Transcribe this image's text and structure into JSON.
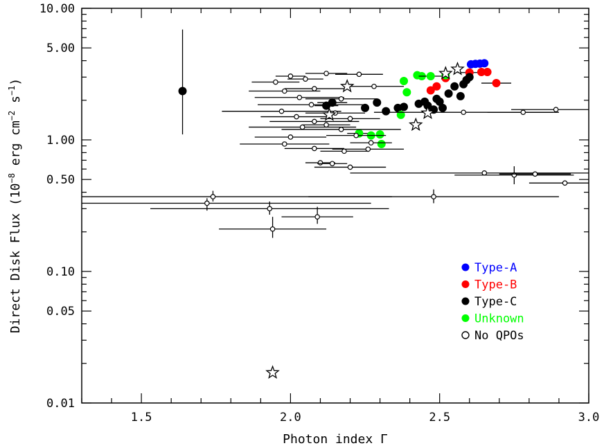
{
  "chart_data": {
    "type": "scatter",
    "xlabel": "Photon index Γ",
    "ylabel_main": "Direct Disk Flux (10",
    "ylabel_exp1": "−8",
    "ylabel_mid": " erg cm",
    "ylabel_exp2": "−2",
    "ylabel_mid2": " s",
    "ylabel_exp3": "−1",
    "ylabel_end": ")",
    "xlim": [
      1.3,
      3.0
    ],
    "ylim": [
      0.01,
      10.0
    ],
    "yscale": "log",
    "x_ticks": [
      {
        "value": 1.5,
        "label": "1.5"
      },
      {
        "value": 2.0,
        "label": "2.0"
      },
      {
        "value": 2.5,
        "label": "2.5"
      },
      {
        "value": 3.0,
        "label": "3.0"
      }
    ],
    "y_ticks": [
      {
        "value": 0.01,
        "label": "0.01"
      },
      {
        "value": 0.05,
        "label": "0.05"
      },
      {
        "value": 0.1,
        "label": "0.10"
      },
      {
        "value": 0.5,
        "label": "0.50"
      },
      {
        "value": 1.0,
        "label": "1.00"
      },
      {
        "value": 5.0,
        "label": "5.00"
      },
      {
        "value": 10.0,
        "label": "10.00"
      }
    ],
    "legend_position": "bottom-right",
    "colors": {
      "type_a": "#0000ff",
      "type_b": "#ff0000",
      "type_c": "#000000",
      "unknown": "#00ff00",
      "no_qpo": "#000000"
    },
    "series": [
      {
        "name": "Type-A",
        "color": "#0000ff",
        "filled": true,
        "points": [
          {
            "x": 2.605,
            "y": 3.75
          },
          {
            "x": 2.62,
            "y": 3.78
          },
          {
            "x": 2.635,
            "y": 3.8
          },
          {
            "x": 2.65,
            "y": 3.82
          }
        ]
      },
      {
        "name": "Type-B",
        "color": "#ff0000",
        "filled": true,
        "points": [
          {
            "x": 2.6,
            "y": 3.25,
            "xerr": 0.04
          },
          {
            "x": 2.64,
            "y": 3.28
          },
          {
            "x": 2.66,
            "y": 3.28
          },
          {
            "x": 2.69,
            "y": 2.7,
            "xerr": 0.05
          },
          {
            "x": 2.52,
            "y": 2.95
          },
          {
            "x": 2.49,
            "y": 2.55
          },
          {
            "x": 2.47,
            "y": 2.38
          }
        ]
      },
      {
        "name": "Type-C",
        "color": "#000000",
        "filled": true,
        "points": [
          {
            "x": 1.638,
            "y": 2.35,
            "ylo": 1.1,
            "yhi": 6.9
          },
          {
            "x": 2.14,
            "y": 1.92,
            "xerr": 0.05
          },
          {
            "x": 2.12,
            "y": 1.82,
            "xerr": 0.04
          },
          {
            "x": 2.25,
            "y": 1.75
          },
          {
            "x": 2.29,
            "y": 1.92
          },
          {
            "x": 2.32,
            "y": 1.65
          },
          {
            "x": 2.36,
            "y": 1.75
          },
          {
            "x": 2.38,
            "y": 1.78
          },
          {
            "x": 2.43,
            "y": 1.88
          },
          {
            "x": 2.45,
            "y": 1.95
          },
          {
            "x": 2.46,
            "y": 1.82
          },
          {
            "x": 2.48,
            "y": 1.7
          },
          {
            "x": 2.49,
            "y": 2.05
          },
          {
            "x": 2.5,
            "y": 1.95
          },
          {
            "x": 2.51,
            "y": 1.75
          },
          {
            "x": 2.53,
            "y": 2.25
          },
          {
            "x": 2.55,
            "y": 2.55
          },
          {
            "x": 2.57,
            "y": 2.15
          },
          {
            "x": 2.58,
            "y": 2.65
          },
          {
            "x": 2.59,
            "y": 2.85
          },
          {
            "x": 2.6,
            "y": 3.0
          }
        ]
      },
      {
        "name": "Unknown",
        "color": "#00ff00",
        "filled": true,
        "points": [
          {
            "x": 2.38,
            "y": 2.8
          },
          {
            "x": 2.425,
            "y": 3.1
          },
          {
            "x": 2.44,
            "y": 3.05
          },
          {
            "x": 2.47,
            "y": 3.05,
            "xerr": 0.04
          },
          {
            "x": 2.52,
            "y": 3.1
          },
          {
            "x": 2.39,
            "y": 2.3
          },
          {
            "x": 2.37,
            "y": 1.55
          },
          {
            "x": 2.23,
            "y": 1.12,
            "xerr": 0.04
          },
          {
            "x": 2.27,
            "y": 1.08
          },
          {
            "x": 2.3,
            "y": 1.1
          },
          {
            "x": 2.305,
            "y": 0.93
          }
        ]
      },
      {
        "name": "No QPOs",
        "color": "#000000",
        "filled": false,
        "points": [
          {
            "x": 2.0,
            "y": 3.05,
            "xerr": 0.05
          },
          {
            "x": 2.12,
            "y": 3.2,
            "xerr": 0.07
          },
          {
            "x": 1.95,
            "y": 2.75,
            "xerr": 0.08
          },
          {
            "x": 2.05,
            "y": 2.9,
            "xerr": 0.06
          },
          {
            "x": 2.23,
            "y": 3.15,
            "xerr": 0.08
          },
          {
            "x": 2.28,
            "y": 2.55,
            "xerr": 0.1
          },
          {
            "x": 2.08,
            "y": 2.45,
            "xerr": 0.1
          },
          {
            "x": 1.98,
            "y": 2.35,
            "xerr": 0.12
          },
          {
            "x": 2.03,
            "y": 2.1,
            "xerr": 0.15
          },
          {
            "x": 2.17,
            "y": 2.05,
            "xerr": 0.12
          },
          {
            "x": 2.07,
            "y": 1.85,
            "xerr": 0.18
          },
          {
            "x": 1.97,
            "y": 1.65,
            "xerr": 0.2
          },
          {
            "x": 2.15,
            "y": 1.6,
            "xerr": 0.1
          },
          {
            "x": 2.02,
            "y": 1.5,
            "xerr": 0.12
          },
          {
            "x": 2.2,
            "y": 1.45,
            "xerr": 0.1
          },
          {
            "x": 2.08,
            "y": 1.38,
            "xerr": 0.15
          },
          {
            "x": 2.12,
            "y": 1.3,
            "xerr": 0.08
          },
          {
            "x": 2.04,
            "y": 1.25,
            "xerr": 0.18
          },
          {
            "x": 2.17,
            "y": 1.2,
            "xerr": 0.2
          },
          {
            "x": 2.0,
            "y": 1.05,
            "xerr": 0.12
          },
          {
            "x": 2.22,
            "y": 1.08,
            "xerr": 0.1
          },
          {
            "x": 2.27,
            "y": 0.95,
            "xerr": 0.07
          },
          {
            "x": 2.26,
            "y": 0.85,
            "xerr": 0.12
          },
          {
            "x": 1.98,
            "y": 0.93,
            "xerr": 0.15
          },
          {
            "x": 2.08,
            "y": 0.86,
            "xerr": 0.1
          },
          {
            "x": 2.18,
            "y": 0.82,
            "xerr": 0.08
          },
          {
            "x": 2.1,
            "y": 0.67,
            "xerr": 0.05
          },
          {
            "x": 2.14,
            "y": 0.66,
            "xerr": 0.05
          },
          {
            "x": 2.2,
            "y": 0.62,
            "xerr": 0.12
          },
          {
            "x": 2.58,
            "y": 1.62,
            "xerr": 0.3
          },
          {
            "x": 2.78,
            "y": 1.62,
            "xerr": 0.12
          },
          {
            "x": 2.89,
            "y": 1.7,
            "xerr": 0.15
          },
          {
            "x": 2.65,
            "y": 0.56,
            "xerr": 0.45
          },
          {
            "x": 2.75,
            "y": 0.54,
            "xerr": 0.2,
            "ylo": 0.46,
            "yhi": 0.63
          },
          {
            "x": 2.82,
            "y": 0.55,
            "xerr": 0.12
          },
          {
            "x": 2.92,
            "y": 0.47,
            "xerr": 0.12
          },
          {
            "x": 2.48,
            "y": 0.37,
            "xerr": 0.42,
            "ylo": 0.33,
            "yhi": 0.42
          },
          {
            "x": 1.74,
            "y": 0.37,
            "xerr": 0.6,
            "ylo": 0.34,
            "yhi": 0.41
          },
          {
            "x": 1.72,
            "y": 0.33,
            "xerr": 0.55,
            "ylo": 0.29,
            "yhi": 0.36
          },
          {
            "x": 1.93,
            "y": 0.3,
            "xerr": 0.4,
            "ylo": 0.27,
            "yhi": 0.34
          },
          {
            "x": 1.94,
            "y": 0.21,
            "xerr": 0.18,
            "ylo": 0.18,
            "yhi": 0.26
          },
          {
            "x": 2.09,
            "y": 0.26,
            "xerr": 0.12,
            "ylo": 0.23,
            "yhi": 0.31
          }
        ]
      },
      {
        "name": "",
        "marker": "star",
        "color": "#000000",
        "filled": false,
        "points": [
          {
            "x": 2.19,
            "y": 2.55
          },
          {
            "x": 2.13,
            "y": 1.55
          },
          {
            "x": 2.42,
            "y": 1.3
          },
          {
            "x": 2.46,
            "y": 1.6
          },
          {
            "x": 2.52,
            "y": 3.2
          },
          {
            "x": 2.56,
            "y": 3.45
          },
          {
            "x": 1.94,
            "y": 0.017
          }
        ]
      }
    ],
    "legend": [
      {
        "label": "Type-A",
        "color": "#0000ff",
        "filled": true
      },
      {
        "label": "Type-B",
        "color": "#ff0000",
        "filled": true
      },
      {
        "label": "Type-C",
        "color": "#000000",
        "filled": true
      },
      {
        "label": "Unknown",
        "color": "#00ff00",
        "filled": true
      },
      {
        "label": "No QPOs",
        "color": "#000000",
        "filled": false
      }
    ]
  }
}
